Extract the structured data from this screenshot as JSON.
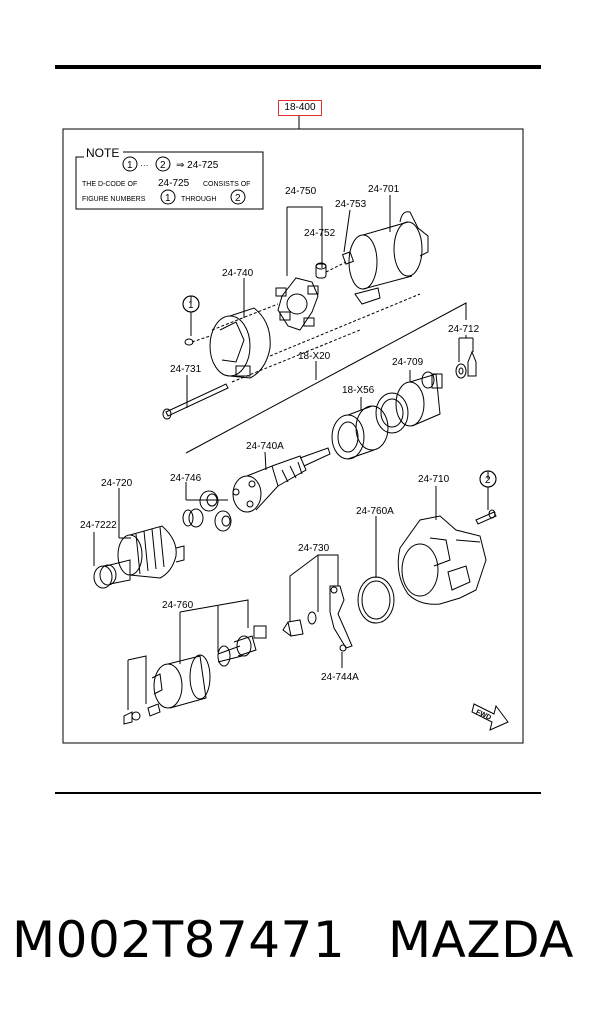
{
  "group_code": "18-400",
  "note": {
    "heading": "NOTE",
    "line1_from": "1",
    "line1_to": "2",
    "line1_arrow": "⇒ 24-725",
    "line2_a": "THE D-CODE OF",
    "line2_b": "24-725",
    "line2_c": "CONSISTS OF",
    "line3_a": "FIGURE NUMBERS",
    "line3_b": "1",
    "line3_c": "THROUGH",
    "line3_d": "2"
  },
  "callouts": {
    "c1": "1",
    "c2": "2"
  },
  "parts": {
    "p24_750": "24-750",
    "p24_701": "24-701",
    "p24_753": "24-753",
    "p24_752": "24-752",
    "p24_740": "24-740",
    "p24_712": "24-712",
    "p18_x20": "18-X20",
    "p24_709": "24-709",
    "p24_731": "24-731",
    "p18_x56": "18-X56",
    "p24_740a": "24-740A",
    "p24_746": "24-746",
    "p24_720": "24-720",
    "p24_710": "24-710",
    "p24_7222": "24-7222",
    "p24_760a": "24-760A",
    "p24_730": "24-730",
    "p24_760": "24-760",
    "p24_744a": "24-744A"
  },
  "fwd_label": "FWD",
  "footer": {
    "part_number": "M002T87471",
    "brand": "MAZDA"
  }
}
